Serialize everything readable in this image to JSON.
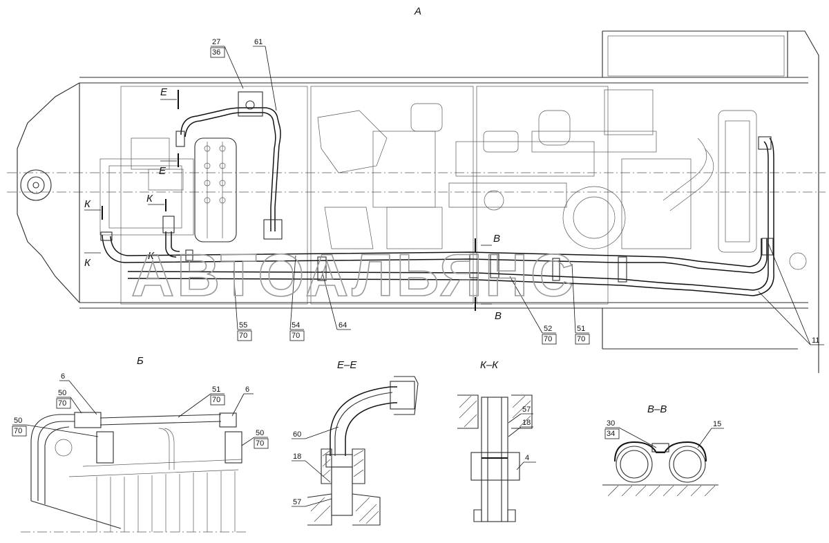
{
  "drawing": {
    "watermark": "АВТОАЛЬЯНС",
    "view_labels": {
      "main": "А",
      "detail_b": "Б",
      "section_ee": "Е–Е",
      "section_kk": "К–К",
      "section_vv": "В–В"
    },
    "cut_marks": {
      "e": "Е",
      "k": "К",
      "v": "В"
    },
    "callouts": {
      "main": {
        "c27": "27",
        "c36": "36",
        "c61": "61",
        "c55": "55",
        "c55b": "70",
        "c54": "54",
        "c54b": "70",
        "c64": "64",
        "c52": "52",
        "c52b": "70",
        "c51": "51",
        "c51b": "70",
        "c11": "11"
      },
      "detail_b": {
        "c6a": "6",
        "c6b": "6",
        "c50a": "50",
        "c50a2": "70",
        "c50b": "50",
        "c50b2": "70",
        "c50c": "50",
        "c50c2": "70",
        "c51": "51",
        "c51b": "70"
      },
      "section_ee": {
        "c60": "60",
        "c18": "18",
        "c57": "57"
      },
      "section_kk": {
        "c57": "57",
        "c18": "18",
        "c4": "4"
      },
      "section_vv": {
        "c30": "30",
        "c34": "34",
        "c15": "15"
      }
    }
  }
}
